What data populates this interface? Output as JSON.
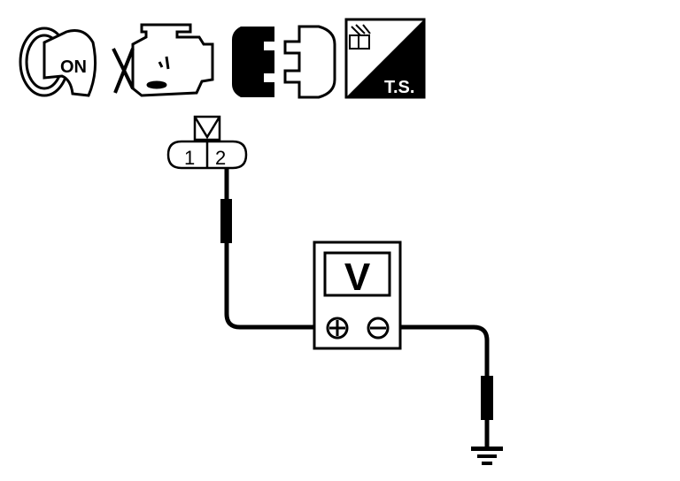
{
  "icons": {
    "ignition": {
      "name": "ignition-key-on-icon",
      "label": "ON"
    },
    "engine": {
      "name": "engine-running-icon"
    },
    "connector": {
      "name": "disconnect-connector-icon"
    },
    "terminal_side": {
      "name": "terminal-side-icon",
      "label": "T.S."
    }
  },
  "connector": {
    "pins": [
      "1",
      "2"
    ]
  },
  "voltmeter": {
    "display": "V",
    "positive": "+",
    "negative": "−"
  },
  "colors": {
    "line": "#000000",
    "background": "#ffffff"
  }
}
